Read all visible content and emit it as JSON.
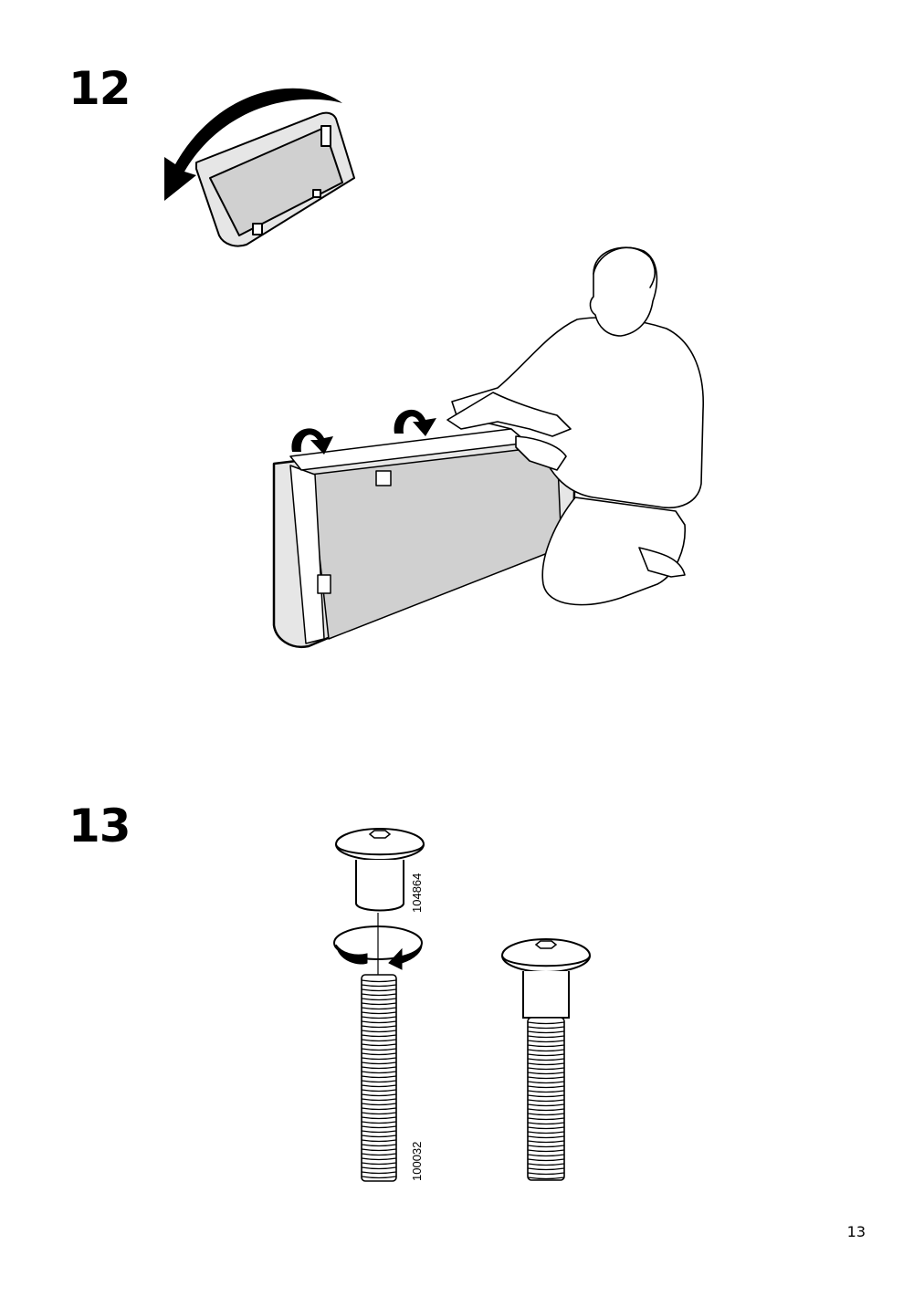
{
  "steps": [
    {
      "number": "12"
    },
    {
      "number": "13"
    }
  ],
  "parts": {
    "cap_code": "104864",
    "bolt_code": "100032"
  },
  "page": {
    "number": "13"
  },
  "colors": {
    "ink": "#000000",
    "fill_gray": "#d0d0d0",
    "fill_light": "#e6e6e6"
  }
}
